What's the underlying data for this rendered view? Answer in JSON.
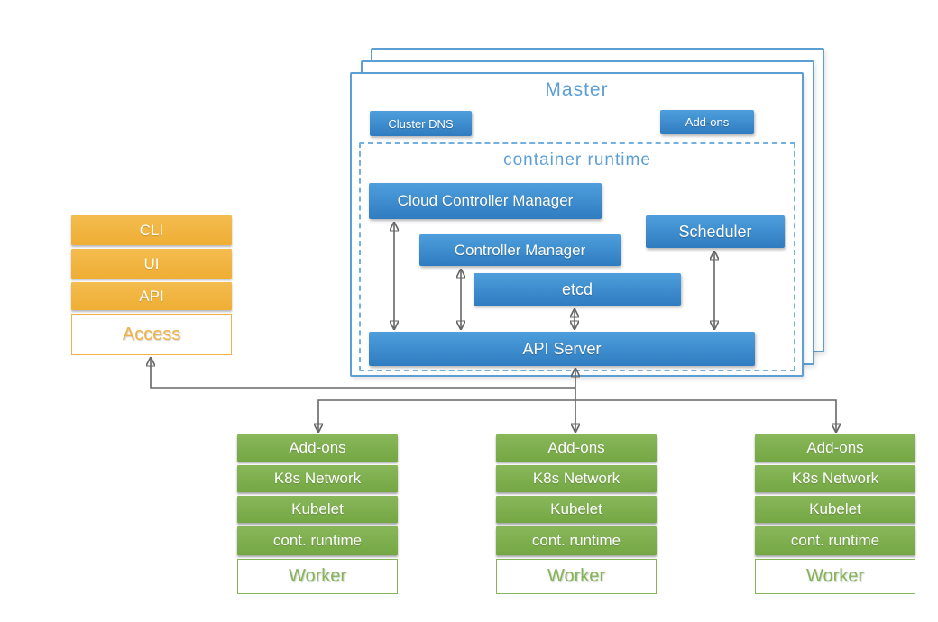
{
  "colors": {
    "component_blue": "#3D8CCF",
    "master_border_blue": "#5D9ED3",
    "title_blue": "#5C9FD6",
    "access_orange": "#F0B246",
    "worker_green": "#7DB04F",
    "arrow_gray": "#666666"
  },
  "master": {
    "title": "Master",
    "cluster_dns_label": "Cluster DNS",
    "addons_label": "Add-ons",
    "container_runtime_label": "container runtime",
    "cloud_controller_manager_label": "Cloud Controller Manager",
    "controller_manager_label": "Controller Manager",
    "scheduler_label": "Scheduler",
    "etcd_label": "etcd",
    "api_server_label": "API Server"
  },
  "access_stack": {
    "rows": [
      "CLI",
      "UI",
      "API"
    ],
    "base_label": "Access"
  },
  "workers": [
    {
      "rows": [
        "Add-ons",
        "K8s Network",
        "Kubelet",
        "cont. runtime"
      ],
      "base_label": "Worker"
    },
    {
      "rows": [
        "Add-ons",
        "K8s Network",
        "Kubelet",
        "cont. runtime"
      ],
      "base_label": "Worker"
    },
    {
      "rows": [
        "Add-ons",
        "K8s Network",
        "Kubelet",
        "cont. runtime"
      ],
      "base_label": "Worker"
    }
  ]
}
